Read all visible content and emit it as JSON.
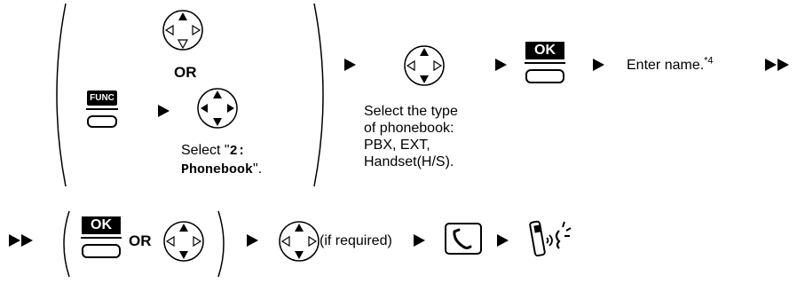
{
  "step1": {
    "or_label": "OR",
    "func_key": "FUNC",
    "select_prefix": "Select \"",
    "select_code": "2:",
    "select_name": "Phonebook",
    "select_suffix": "\"."
  },
  "step2": {
    "line1": "Select the type",
    "line2": "of phonebook:",
    "line3": "PBX, EXT,",
    "line4": "Handset(H/S)."
  },
  "step3": {
    "ok_key": "OK",
    "enter_name": "Enter name.",
    "footnote": "*4"
  },
  "step4": {
    "ok_key": "OK",
    "or_label": "OR",
    "if_required": "(if required)"
  },
  "icons": [
    "navigator-key-icon",
    "func-key-icon",
    "ok-key-icon",
    "talk-key-icon",
    "handset-talk-icon",
    "step-arrow-icon",
    "continue-arrow-icon"
  ]
}
